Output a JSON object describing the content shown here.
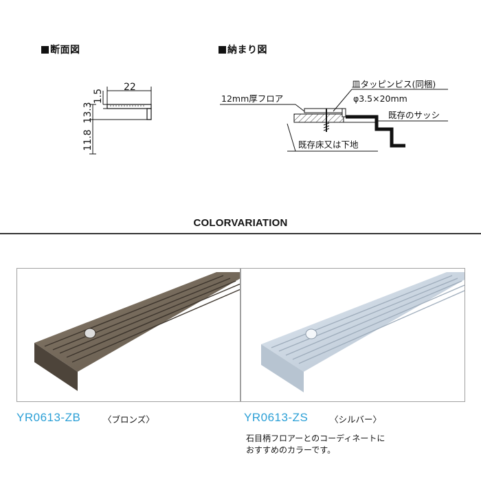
{
  "cross_section": {
    "title": "断面図",
    "dims": {
      "width": "22",
      "thickness": "1.5",
      "height": "13.3",
      "leg": "11.8"
    }
  },
  "installation": {
    "title": "納まり図",
    "labels": {
      "floor": "12mm厚フロア",
      "screw": "皿タッピンビス(同梱)",
      "screw_size": "φ3.5×20mm",
      "sash": "既存のサッシ",
      "subfloor": "既存床又は下地"
    }
  },
  "color_variation": {
    "title": "COLORVARIATION",
    "items": [
      {
        "code": "YR0613-ZB",
        "name": "〈ブロンズ〉",
        "color": "#6f6456"
      },
      {
        "code": "YR0613-ZS",
        "name": "〈シルバー〉",
        "color": "#cfd9e3"
      }
    ],
    "note_lines": [
      "石目柄フロアーとのコーディネートに",
      "おすすめのカラーです。"
    ]
  }
}
